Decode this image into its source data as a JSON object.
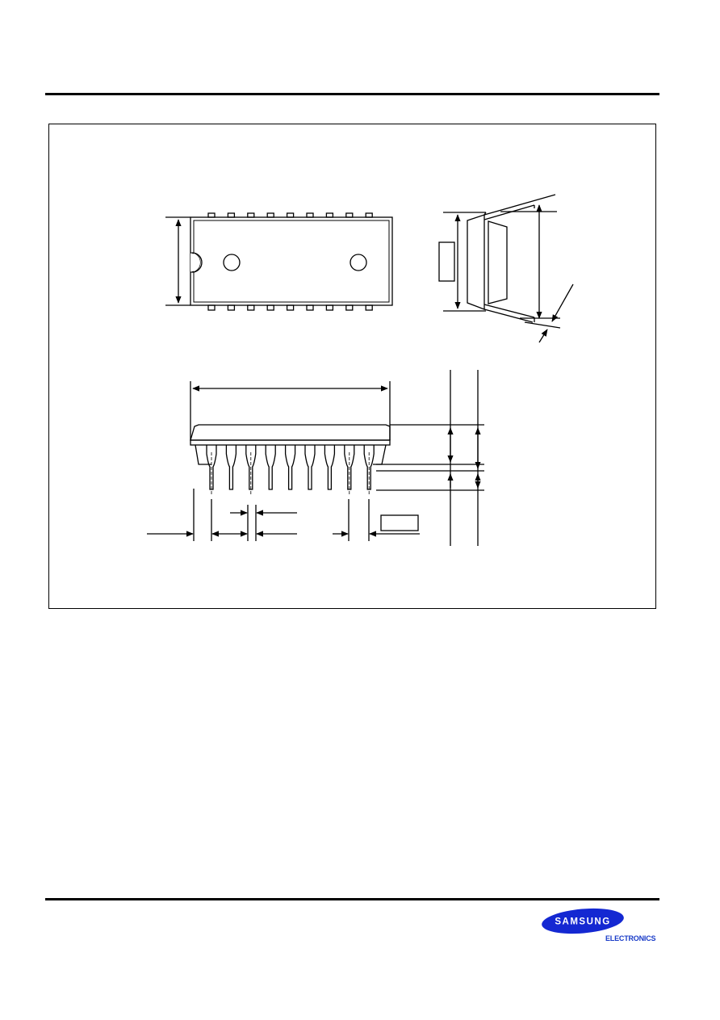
{
  "brand": {
    "name": "SAMSUNG",
    "division": "ELECTRONICS",
    "color": "#1428d2"
  },
  "drawing": {
    "subject": "package outline drawing",
    "pin_count_per_side": 9
  }
}
